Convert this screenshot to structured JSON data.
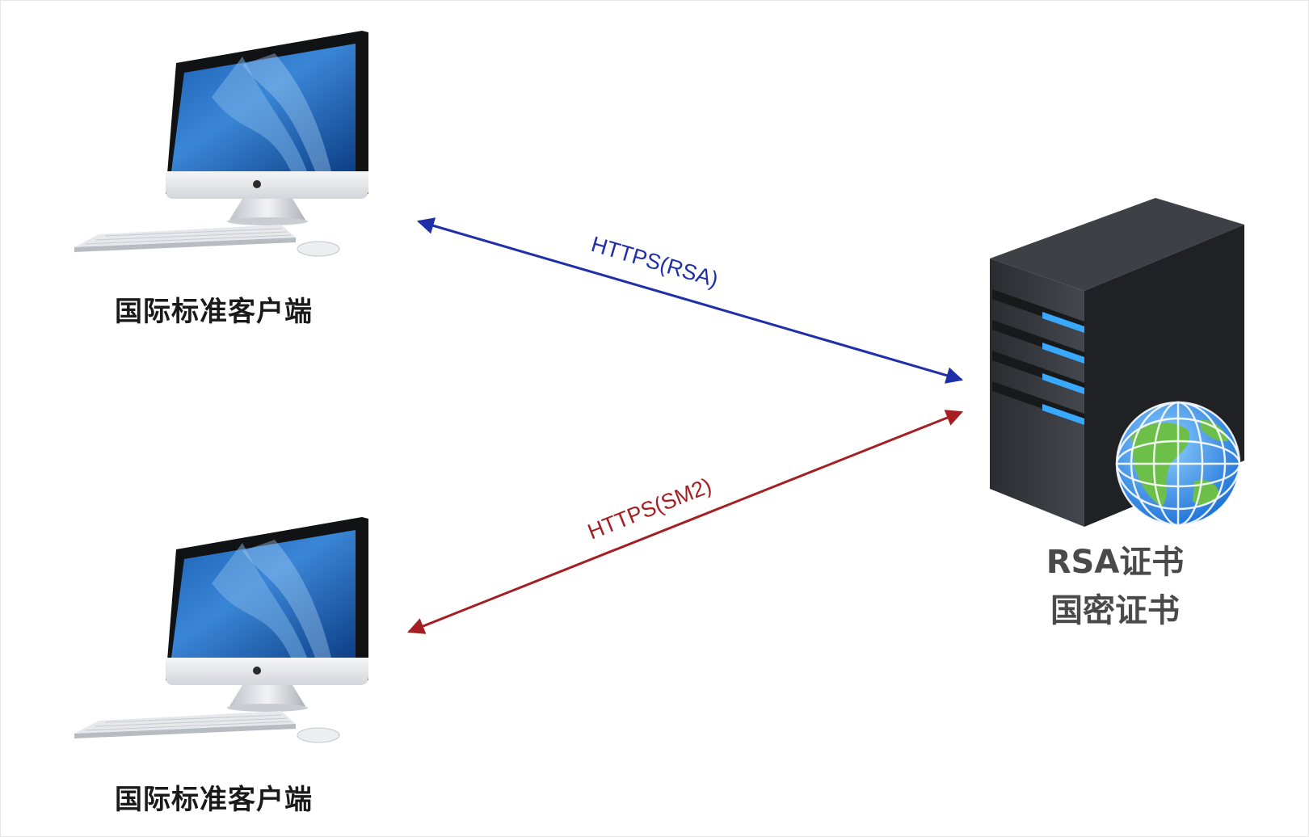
{
  "clients": [
    {
      "label": "国际标准客户端"
    },
    {
      "label": "国际标准客户端"
    }
  ],
  "server": {
    "labels": [
      "RSA证书",
      "国密证书"
    ]
  },
  "connections": [
    {
      "label": "HTTPS(RSA)",
      "color": "#1f2fa8"
    },
    {
      "label": "HTTPS(SM2)",
      "color": "#a51f22"
    }
  ],
  "icons": {
    "client": "imac-computer-icon",
    "server": "server-tower-with-globe-icon"
  }
}
